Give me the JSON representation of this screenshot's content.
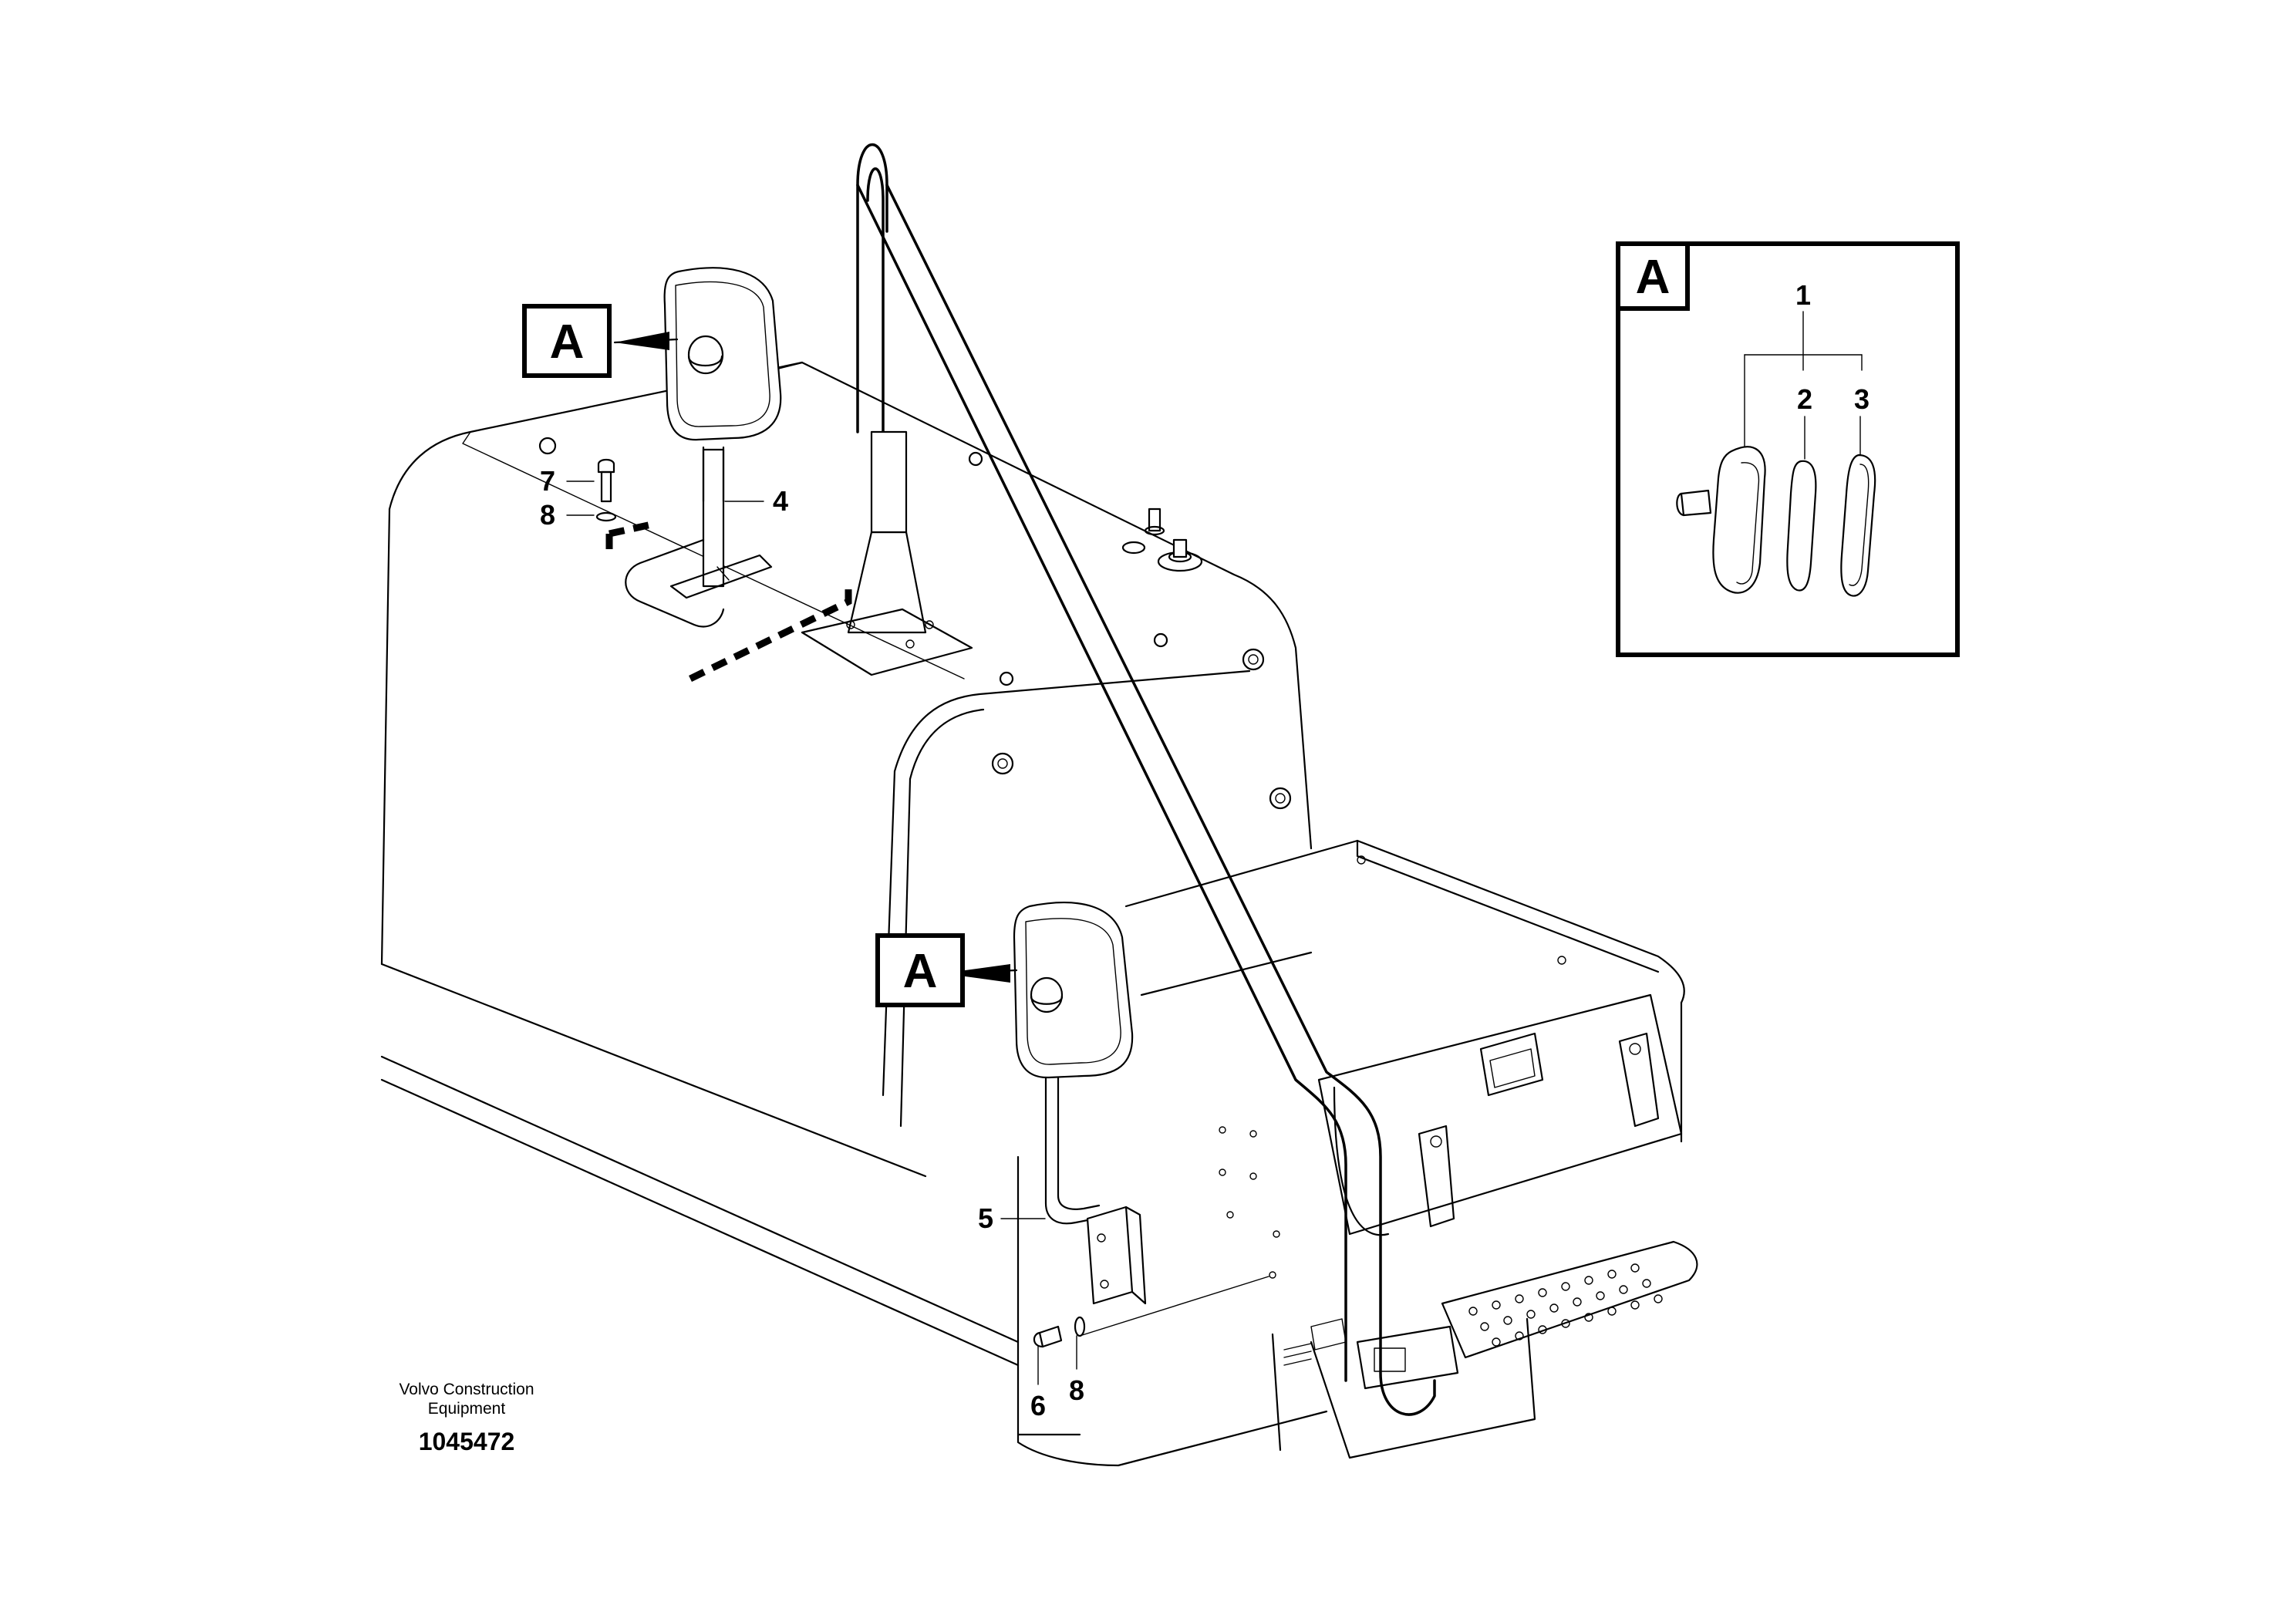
{
  "detail_label": "A",
  "callouts": {
    "c1": "1",
    "c2": "2",
    "c3": "3",
    "c4": "4",
    "c5": "5",
    "c6": "6",
    "c7": "7",
    "c8_top": "8",
    "c8_bottom": "8"
  },
  "footer": {
    "brand_line1": "Volvo Construction",
    "brand_line2": "Equipment",
    "doc_number": "1045472"
  }
}
